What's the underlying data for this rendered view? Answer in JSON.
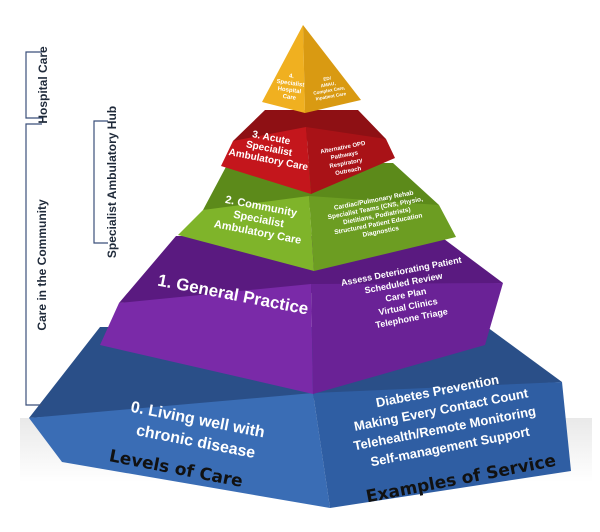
{
  "side_labels": {
    "hospital_care": "Hospital Care",
    "care_in_community": "Care in the Community",
    "specialist_hub": "Specialist Ambulatory Hub"
  },
  "levels": [
    {
      "name": "0. Living well with chronic disease",
      "lines": [
        "0. Living well with",
        "chronic disease"
      ],
      "services": [
        "Diabetes Prevention",
        "Making Every Contact Count",
        "Telehealth/Remote Monitoring",
        "Self-management Support"
      ]
    },
    {
      "name": "1. General Practice",
      "lines": [
        "1. General Practice"
      ],
      "services": [
        "Assess Deteriorating Patient",
        "Scheduled Review",
        "Care Plan",
        "Virtual Clinics",
        "Telephone Triage"
      ]
    },
    {
      "name": "2. Community Specialist Ambulatory Care",
      "lines": [
        "2. Community",
        "Specialist",
        "Ambulatory Care"
      ],
      "services": [
        "Cardiac/Pulmonary Rehab",
        "Specialist Teams (CNS, Physio,",
        "Dietitians, Podiatrists)",
        "Structured Patient Education",
        "Diagnostics"
      ]
    },
    {
      "name": "3. Acute Specialist Ambulatory Care",
      "lines": [
        "3. Acute",
        "Specialist",
        "Ambulatory Care"
      ],
      "services": [
        "Alternative OPD",
        "Pathways",
        "Respiratory",
        "Outreach"
      ]
    },
    {
      "name": "4. Specialist Hospital Care",
      "lines": [
        "4.",
        "Specialist",
        "Hospital",
        "Care"
      ],
      "services": [
        "ED/",
        "AMAU,",
        "Complex Care,",
        "Inpatient Care"
      ]
    }
  ],
  "footer": {
    "levels_caption": "Levels of Care",
    "services_caption": "Examples of Service"
  },
  "colors": {
    "level0": "#3a6db5",
    "level1": "#7a2aa8",
    "level2": "#7fb42a",
    "level3": "#c4161c",
    "level4": "#f0b020"
  }
}
